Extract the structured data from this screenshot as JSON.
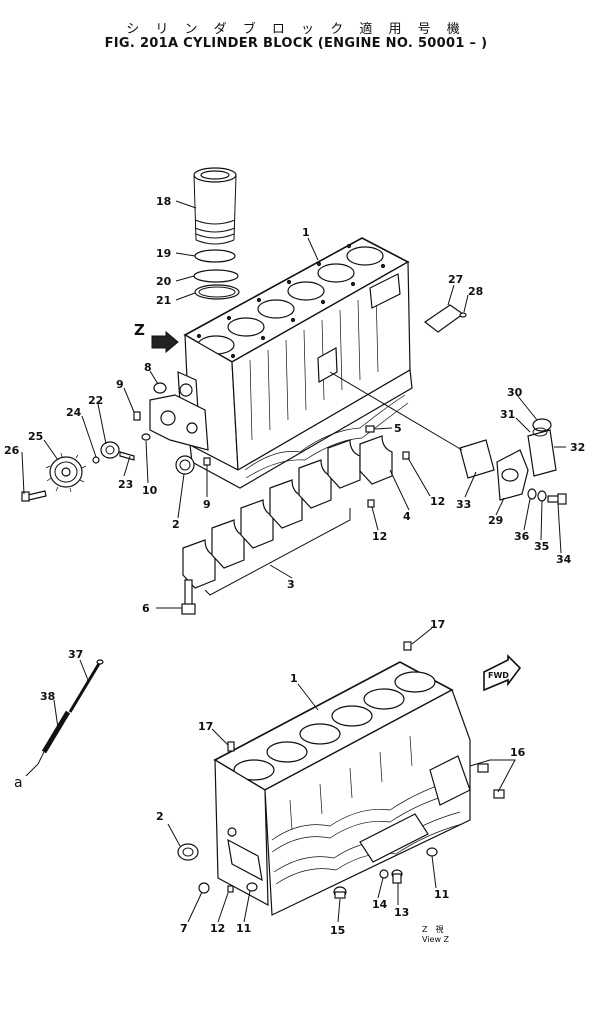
{
  "title": {
    "japanese": "シ リ ン ダ ブ ロ ッ ク 適 用 号 機",
    "english": "FIG. 201A  CYLINDER BLOCK (ENGINE NO. 50001 – )"
  },
  "markers": {
    "z_arrow": "Z",
    "fwd": "FWD",
    "a": "a",
    "view_z_jp": "Z　視",
    "view_z": "View Z"
  },
  "top_labels": {
    "p1": "1",
    "p18": "18",
    "p19": "19",
    "p20": "20",
    "p21": "21",
    "p27": "27",
    "p28": "28",
    "p8": "8",
    "p9a": "9",
    "p9b": "9",
    "p22": "22",
    "p24": "24",
    "p25": "25",
    "p26": "26",
    "p23": "23",
    "p10": "10",
    "p2": "2",
    "p5": "5",
    "p4": "4",
    "p12a": "12",
    "p12b": "12",
    "p3": "3",
    "p6": "6",
    "p30": "30",
    "p31": "31",
    "p32": "32",
    "p33": "33",
    "p29": "29",
    "p36": "36",
    "p35": "35",
    "p34": "34"
  },
  "bottom_labels": {
    "p37": "37",
    "p38": "38",
    "p17a": "17",
    "p1": "1",
    "p17b": "17",
    "p16": "16",
    "p2": "2",
    "p7": "7",
    "p12": "12",
    "p11a": "11",
    "p15": "15",
    "p14": "14",
    "p13": "13",
    "p11b": "11"
  }
}
